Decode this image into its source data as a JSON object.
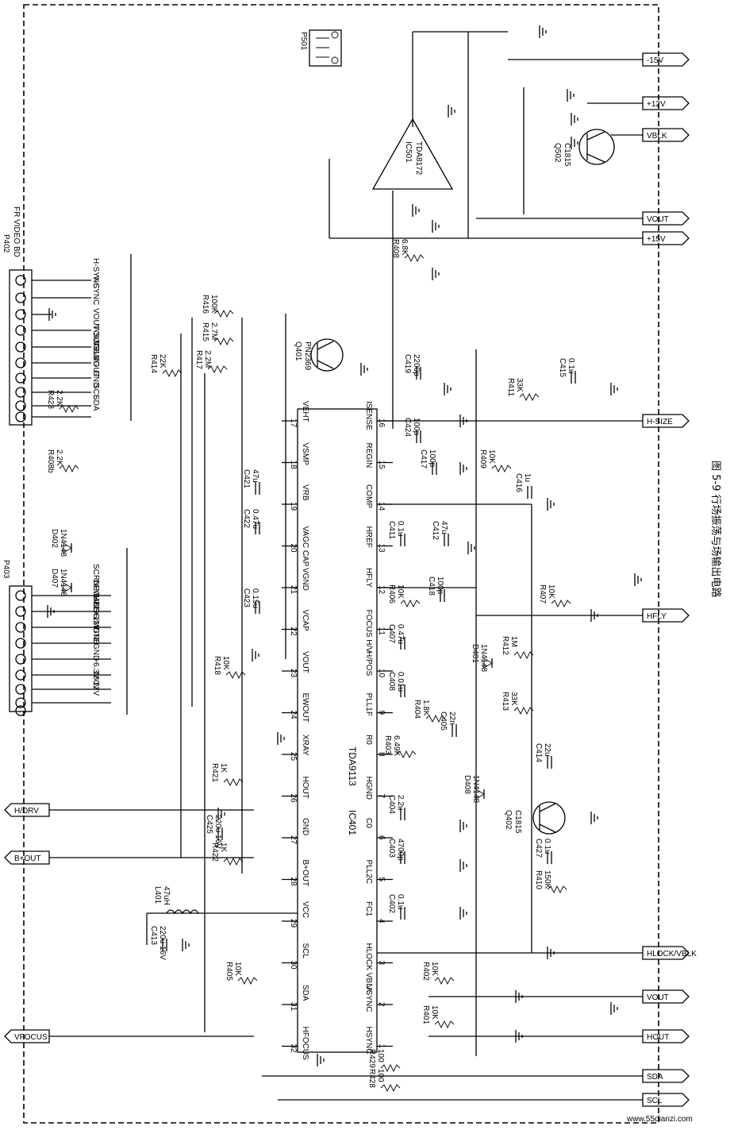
{
  "figure": {
    "caption": "图 5-9 行场振荡与场输出电路",
    "watermark": "www.55dianzi.com"
  },
  "ic": {
    "ref": "IC401",
    "part": "TDA9113",
    "left_pins": [
      {
        "n": "1",
        "name": "HSYNC"
      },
      {
        "n": "2",
        "name": "VSYNC"
      },
      {
        "n": "3",
        "name": "HLOCK VBLK"
      },
      {
        "n": "4",
        "name": "FC1"
      },
      {
        "n": "5",
        "name": "PLL2C"
      },
      {
        "n": "6",
        "name": "C0"
      },
      {
        "n": "7",
        "name": "HGND"
      },
      {
        "n": "8",
        "name": "R0"
      },
      {
        "n": "9",
        "name": "PLL1F"
      },
      {
        "n": "10",
        "name": "H/POS"
      },
      {
        "n": "11",
        "name": "FOCUS H/V"
      },
      {
        "n": "12",
        "name": "HFLY"
      },
      {
        "n": "13",
        "name": "HREF"
      },
      {
        "n": "14",
        "name": "COMP"
      },
      {
        "n": "15",
        "name": "REGIN"
      },
      {
        "n": "16",
        "name": "ISENSE"
      }
    ],
    "right_pins": [
      {
        "n": "32",
        "name": "HFOCUS"
      },
      {
        "n": "31",
        "name": "SDA"
      },
      {
        "n": "30",
        "name": "SCL"
      },
      {
        "n": "29",
        "name": "VCC"
      },
      {
        "n": "28",
        "name": "B+OUT"
      },
      {
        "n": "27",
        "name": "GND"
      },
      {
        "n": "26",
        "name": "HOUT"
      },
      {
        "n": "25",
        "name": "XRAY"
      },
      {
        "n": "24",
        "name": "EWOUT"
      },
      {
        "n": "23",
        "name": "VOUT"
      },
      {
        "n": "22",
        "name": "VCAP"
      },
      {
        "n": "21",
        "name": "VGND"
      },
      {
        "n": "20",
        "name": "VAGC CAP"
      },
      {
        "n": "19",
        "name": "VRB"
      },
      {
        "n": "18",
        "name": "VSMP"
      },
      {
        "n": "17",
        "name": "VEHT"
      }
    ]
  },
  "vert_ic": {
    "ref": "IC501",
    "part": "TDA8172"
  },
  "connectors": {
    "p402": {
      "ref": "P402",
      "sub": "FR VIDEO BD",
      "pins": [
        "H-SYNC",
        "V-SYNC",
        "",
        "VOUT-SOG",
        "VOUT-SOG",
        "VBLK",
        "VOUT",
        "GND",
        "SCL",
        "SDA"
      ]
    },
    "p403": {
      "ref": "P403",
      "pins": [
        "SCRN-MUTE",
        "DEGAUSS/MUTE",
        "HBLK",
        "+12V",
        "GND",
        "GND",
        "+6.3V",
        "180V",
        "-12V"
      ]
    },
    "p501": {
      "ref": "P501"
    }
  },
  "signals_left": [
    "H/DRV",
    "B+OUT",
    "VFOCUS"
  ],
  "signals_right": [
    "-15V",
    "+12V",
    "VBLK",
    "VOUT",
    "+15V",
    "H-SIZE",
    "HFLY",
    "HLOCK/VBLK",
    "VOUT",
    "HOUT",
    "SDA",
    "SCL"
  ],
  "transistors": [
    {
      "ref": "Q401",
      "part": "PN2369"
    },
    {
      "ref": "Q402",
      "part": "C1815"
    },
    {
      "ref": "Q502",
      "part": "C1815"
    }
  ],
  "components": [
    {
      "ref": "R416",
      "val": "100K"
    },
    {
      "ref": "R415",
      "val": "2.7M"
    },
    {
      "ref": "R417",
      "val": "2.2M"
    },
    {
      "ref": "R414",
      "val": "22K"
    },
    {
      "ref": "R418",
      "val": "10K"
    },
    {
      "ref": "R421",
      "val": "1K"
    },
    {
      "ref": "R422",
      "val": "1K"
    },
    {
      "ref": "R405",
      "val": "10K"
    },
    {
      "ref": "R429",
      "val": "100"
    },
    {
      "ref": "R428",
      "val": "100"
    },
    {
      "ref": "R401",
      "val": "10K"
    },
    {
      "ref": "R402",
      "val": "10K"
    },
    {
      "ref": "R403",
      "val": "6.49K"
    },
    {
      "ref": "R404",
      "val": "1.8K"
    },
    {
      "ref": "R406",
      "val": "10K"
    },
    {
      "ref": "R407",
      "val": "10K"
    },
    {
      "ref": "R409",
      "val": "10K"
    },
    {
      "ref": "R410",
      "val": "150K"
    },
    {
      "ref": "R411",
      "val": "33K"
    },
    {
      "ref": "R412",
      "val": "1M"
    },
    {
      "ref": "R413",
      "val": "33K"
    },
    {
      "ref": "R408",
      "val": "6.8K"
    },
    {
      "ref": "R423",
      "val": "2.2K"
    },
    {
      "ref": "R408b",
      "val": "2.2K"
    },
    {
      "ref": "C413",
      "val": "220u 16V"
    },
    {
      "ref": "C425",
      "val": "220u 16V"
    },
    {
      "ref": "C421",
      "val": "47u"
    },
    {
      "ref": "C422",
      "val": "0.47u"
    },
    {
      "ref": "C423",
      "val": "0.15u"
    },
    {
      "ref": "C419",
      "val": "2200p"
    },
    {
      "ref": "C424",
      "val": "100p"
    },
    {
      "ref": "C417",
      "val": "100p"
    },
    {
      "ref": "C416",
      "val": "1u"
    },
    {
      "ref": "C411",
      "val": "0.1u"
    },
    {
      "ref": "C412",
      "val": "47u"
    },
    {
      "ref": "C418",
      "val": "100p"
    },
    {
      "ref": "C407",
      "val": "0.47u"
    },
    {
      "ref": "C408",
      "val": "0.01u"
    },
    {
      "ref": "C405",
      "val": "22n"
    },
    {
      "ref": "C404",
      "val": "2.2u"
    },
    {
      "ref": "C403",
      "val": "4700p"
    },
    {
      "ref": "C402",
      "val": "0.1u"
    },
    {
      "ref": "C414",
      "val": "22u"
    },
    {
      "ref": "C427",
      "val": "0.1u"
    },
    {
      "ref": "C415",
      "val": "0.1u"
    },
    {
      "ref": "L401",
      "val": "47uH"
    },
    {
      "ref": "D401",
      "val": "1N4148"
    },
    {
      "ref": "D402",
      "val": "1N4148"
    },
    {
      "ref": "D407",
      "val": "1N4148"
    },
    {
      "ref": "D408",
      "val": "1N4148"
    }
  ]
}
